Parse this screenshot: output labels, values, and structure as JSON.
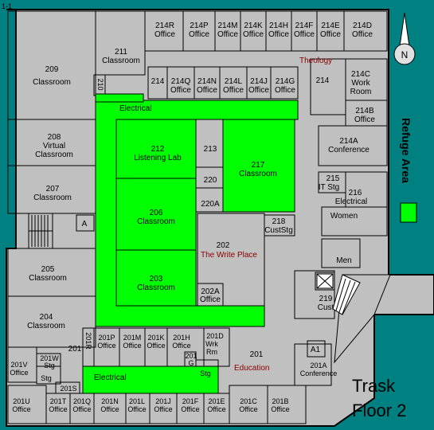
{
  "page_tag": "1-1",
  "map_title": [
    "Trask",
    "Floor 2"
  ],
  "north_label": "N",
  "legend": {
    "label": "Refuge Area",
    "color": "#00ff00"
  },
  "colors": {
    "background": "#008080",
    "building": "#c0c0c0",
    "wall": "#000000",
    "refuge": "#00ff00",
    "red_label": "#8b0000"
  },
  "zones": {
    "theology": "Theology",
    "write_place": "The Write Place",
    "education": "Education"
  },
  "rooms": {
    "r209": [
      "209",
      "Classroom"
    ],
    "r208": [
      "208",
      "Virtual",
      "Classroom"
    ],
    "r207": [
      "207",
      "Classroom"
    ],
    "r205": [
      "205",
      "Classroom"
    ],
    "r204": [
      "204",
      "Classroom"
    ],
    "r211": [
      "211",
      "Classroom"
    ],
    "r214r": [
      "214R",
      "Office"
    ],
    "r214p": [
      "214P",
      "Office"
    ],
    "r214m": [
      "214M",
      "Office"
    ],
    "r214k": [
      "214K",
      "Office"
    ],
    "r214h": [
      "214H",
      "Office"
    ],
    "r214f": [
      "214F",
      "Office"
    ],
    "r214e": [
      "214E",
      "Office"
    ],
    "r214d": [
      "214D",
      "Office"
    ],
    "r214q": [
      "214Q",
      "Office"
    ],
    "r214n": [
      "214N",
      "Office"
    ],
    "r214l": [
      "214L",
      "Office"
    ],
    "r214j": [
      "214J",
      "Office"
    ],
    "r214g": [
      "214G",
      "Office"
    ],
    "r214a_small": [
      "214"
    ],
    "r214main": [
      "214"
    ],
    "r214c": [
      "214C",
      "Work",
      "Room"
    ],
    "r214b": [
      "214B",
      "Office"
    ],
    "r214a": [
      "214A",
      "Conference"
    ],
    "r210": [
      "210"
    ],
    "r212": [
      "212",
      "Listening Lab"
    ],
    "r213": [
      "213"
    ],
    "r217": [
      "217",
      "Classroom"
    ],
    "r220": [
      "220"
    ],
    "r220a": [
      "220A"
    ],
    "r206": [
      "206",
      "Classroom"
    ],
    "r203": [
      "203",
      "Classroom"
    ],
    "r202": [
      "202"
    ],
    "r202a": [
      "202A",
      "Office"
    ],
    "r218": [
      "218",
      "CustStg"
    ],
    "r215": [
      "215",
      "IT Stg"
    ],
    "r216": [
      "216",
      "Electrical"
    ],
    "rwomen": [
      "Women"
    ],
    "rmen": [
      "Men"
    ],
    "r219": [
      "219",
      "Cust"
    ],
    "ra": [
      "A"
    ],
    "ra1": [
      "A1"
    ],
    "r201": [
      "201"
    ],
    "r201small": [
      "201"
    ],
    "r201p": [
      "201P",
      "Office"
    ],
    "r201m": [
      "201M",
      "Office"
    ],
    "r201k": [
      "201K",
      "Office"
    ],
    "r201h": [
      "201H",
      "Office"
    ],
    "r201d": [
      "201D",
      "Wrk",
      "Rm"
    ],
    "r201g": [
      "201",
      "G"
    ],
    "rstg2": [
      "Stg"
    ],
    "r201a": [
      "201A",
      "Conference"
    ],
    "r201w": [
      "201W",
      "Stg"
    ],
    "r201v": [
      "201V",
      "Office"
    ],
    "rstg1": [
      "Stg"
    ],
    "r201s": [
      "201S"
    ],
    "r201r": [
      "201R"
    ],
    "r201u": [
      "201U",
      "Office"
    ],
    "r201t": [
      "201T",
      "Office"
    ],
    "r201q": [
      "201Q",
      "Office"
    ],
    "r201n": [
      "201N",
      "Office"
    ],
    "r201l": [
      "201L",
      "Office"
    ],
    "r201j": [
      "201J",
      "Office"
    ],
    "r201f": [
      "201F",
      "Office"
    ],
    "r201e": [
      "201E",
      "Office"
    ],
    "r201c": [
      "201C",
      "Office"
    ],
    "r201b": [
      "201B",
      "Office"
    ]
  },
  "electrical_labels": [
    "Electrical",
    "Electrical"
  ]
}
